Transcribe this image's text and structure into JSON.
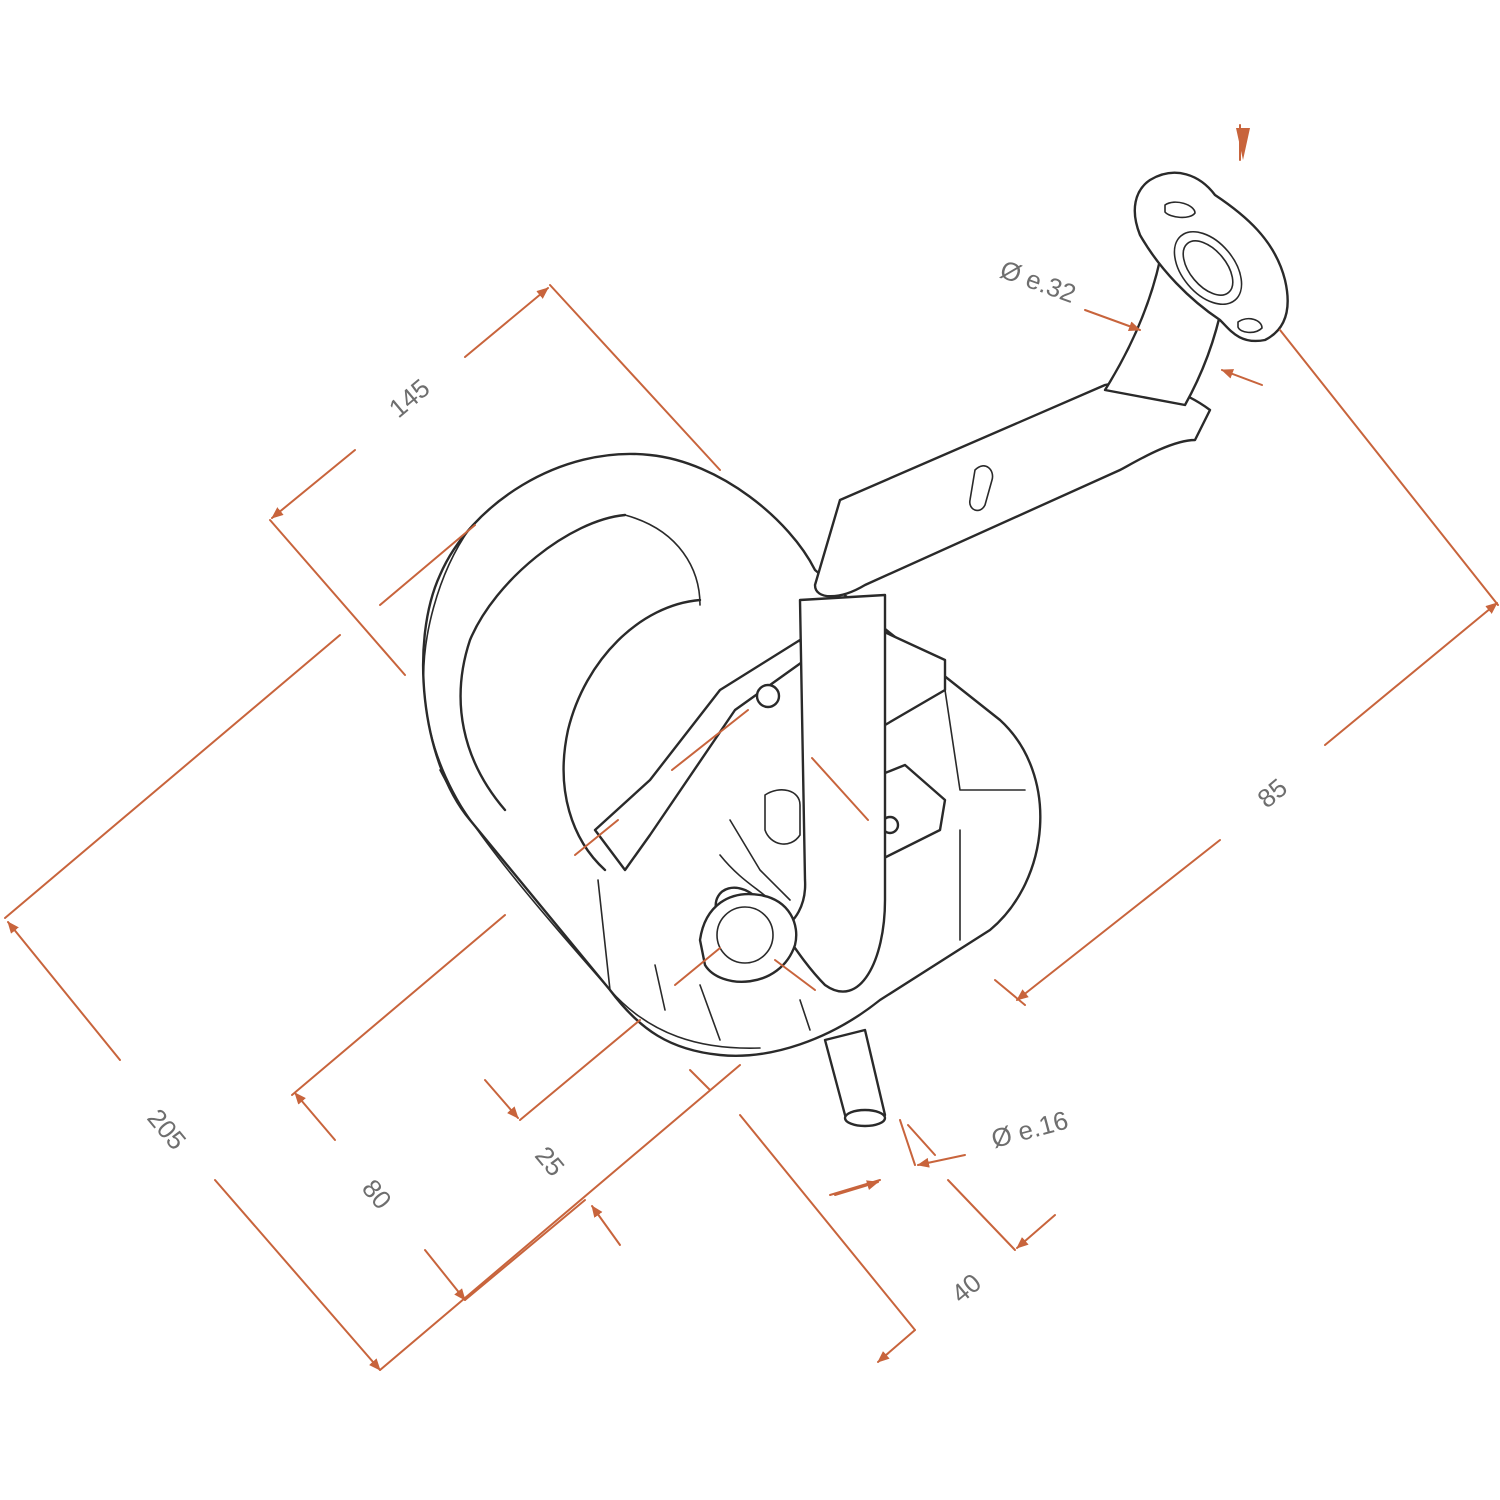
{
  "colors": {
    "dimension": "#c8643c",
    "outline": "#2a2a2a",
    "label": "#6e6e6e",
    "background": "#ffffff"
  },
  "dimensions": {
    "length": "145",
    "height": "205",
    "depth": "80",
    "outlet_offset": "25",
    "outlet_length": "40",
    "inlet_height": "85",
    "inlet_diameter": "Ø e.32",
    "outlet_diameter": "Ø e.16"
  }
}
